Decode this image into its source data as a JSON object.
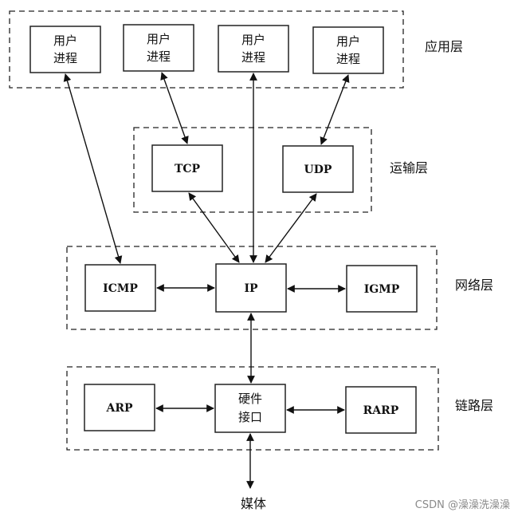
{
  "layers": {
    "application": {
      "label": "应用层",
      "processes": [
        {
          "line1": "用户",
          "line2": "进程"
        },
        {
          "line1": "用户",
          "line2": "进程"
        },
        {
          "line1": "用户",
          "line2": "进程"
        },
        {
          "line1": "用户",
          "line2": "进程"
        }
      ]
    },
    "transport": {
      "label": "运输层",
      "tcp": "TCP",
      "udp": "UDP"
    },
    "network": {
      "label": "网络层",
      "icmp": "ICMP",
      "ip": "IP",
      "igmp": "IGMP"
    },
    "link": {
      "label": "链路层",
      "arp": "ARP",
      "hardware_line1": "硬件",
      "hardware_line2": "接口",
      "rarp": "RARP"
    }
  },
  "medium": "媒体",
  "watermark": "CSDN @澡澡洗澡澡"
}
